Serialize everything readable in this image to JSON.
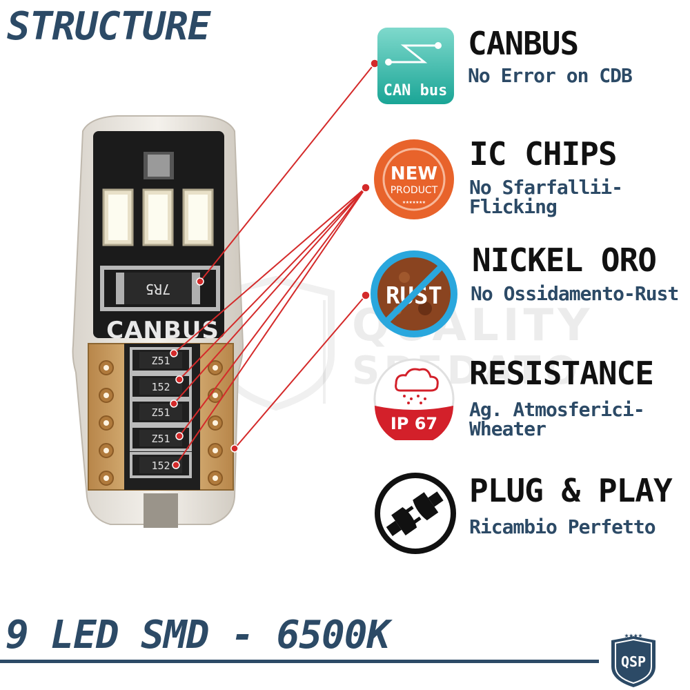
{
  "header": {
    "title": "STRUCTURE"
  },
  "footer": {
    "title": "9 LED SMD - 6500K",
    "badge_text": "QSP"
  },
  "watermark": {
    "line1": "QUALITY",
    "line2": "SPEDATO"
  },
  "product": {
    "pcb_label": "CANBUS",
    "resistor_main": "7R5",
    "resistors": [
      "Z51",
      "152",
      "Z51",
      "Z51",
      "152"
    ]
  },
  "features": [
    {
      "title": "CANBUS",
      "subtitle": "No Error on CDB",
      "icon": "canbus-icon",
      "icon_text": "CAN bus"
    },
    {
      "title": "IC CHIPS",
      "subtitle": "No Sfarfallii-Flicking",
      "icon": "new-product-icon",
      "icon_text": "NEW",
      "icon_text2": "PRODUCT"
    },
    {
      "title": "NICKEL ORO",
      "subtitle": "No Ossidamento-Rust",
      "icon": "no-rust-icon",
      "icon_text": "RUST"
    },
    {
      "title": "RESISTANCE",
      "subtitle": "Ag. Atmosferici-Wheater",
      "icon": "ip67-icon",
      "icon_text": "IP 67"
    },
    {
      "title": "PLUG & PLAY",
      "subtitle": "Ricambio Perfetto",
      "icon": "plug-icon"
    }
  ],
  "colors": {
    "accent": "#2c4a66",
    "connector": "#d42a2a",
    "canbus_teal": "#2bb3a3",
    "new_orange": "#e8632b",
    "ip_red": "#d3202a"
  }
}
